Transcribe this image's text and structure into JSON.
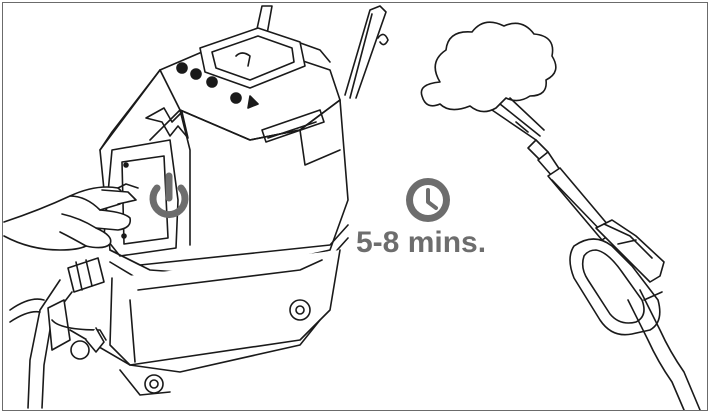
{
  "illustration": {
    "machine_icon": "steam-cleaner-machine",
    "power_icon": "power-icon",
    "hand_icon": "pressing-hand",
    "clock_icon": "clock-icon",
    "steam_icon": "steam-cloud-icon",
    "gun_icon": "steam-gun-icon"
  },
  "timer": {
    "label": "5-8 mins."
  },
  "colors": {
    "ink": "#1a1a1a",
    "icon_gray": "#6d6d6d",
    "background": "#ffffff"
  }
}
